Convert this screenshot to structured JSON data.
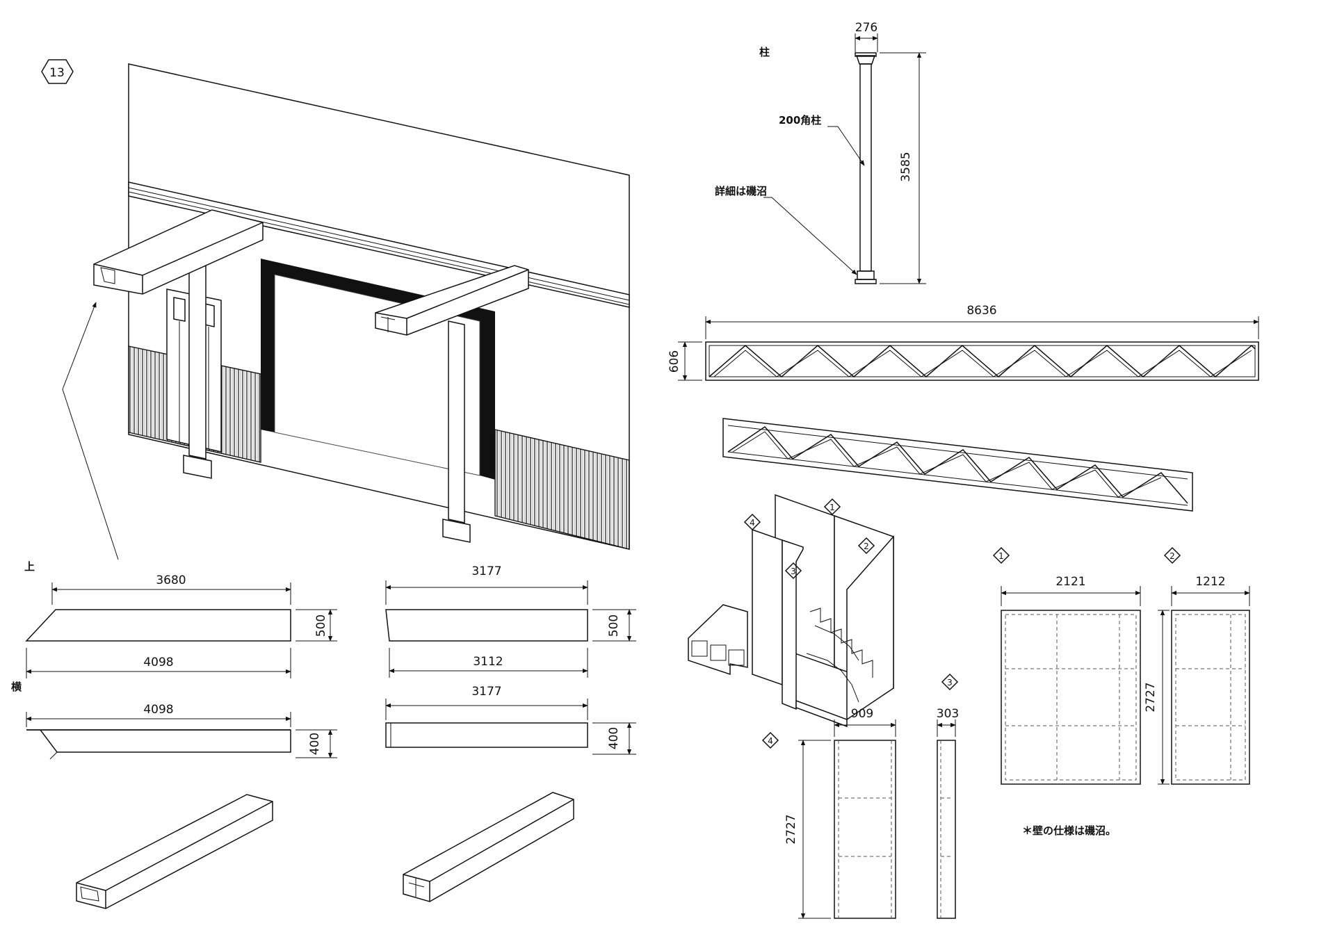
{
  "sheet_number": "13",
  "labels": {
    "top": "上",
    "side": "横",
    "pillar": "柱",
    "pillar_200": "200角柱",
    "pillar_detail": "詳細は磯沼",
    "wall_note": "＊壁の仕様は磯沼。"
  },
  "markers": [
    "1",
    "2",
    "3",
    "4"
  ],
  "beam_dims": {
    "top_left_upper": "3680",
    "top_left_lower": "4098",
    "top_left_height": "500",
    "side_left_width": "4098",
    "side_left_height": "400",
    "top_right_upper": "3177",
    "top_right_lower": "3112",
    "top_right_height": "500",
    "side_right_width": "3177",
    "side_right_height": "400"
  },
  "pillar_dims": {
    "width": "276",
    "height": "3585"
  },
  "truss_dims": {
    "length": "8636",
    "height": "606"
  },
  "panel_dims": {
    "p1_width": "2121",
    "p2_width": "1212",
    "p12_height": "2727",
    "p4_width": "909",
    "p4_height": "2727",
    "p3_width": "303"
  }
}
